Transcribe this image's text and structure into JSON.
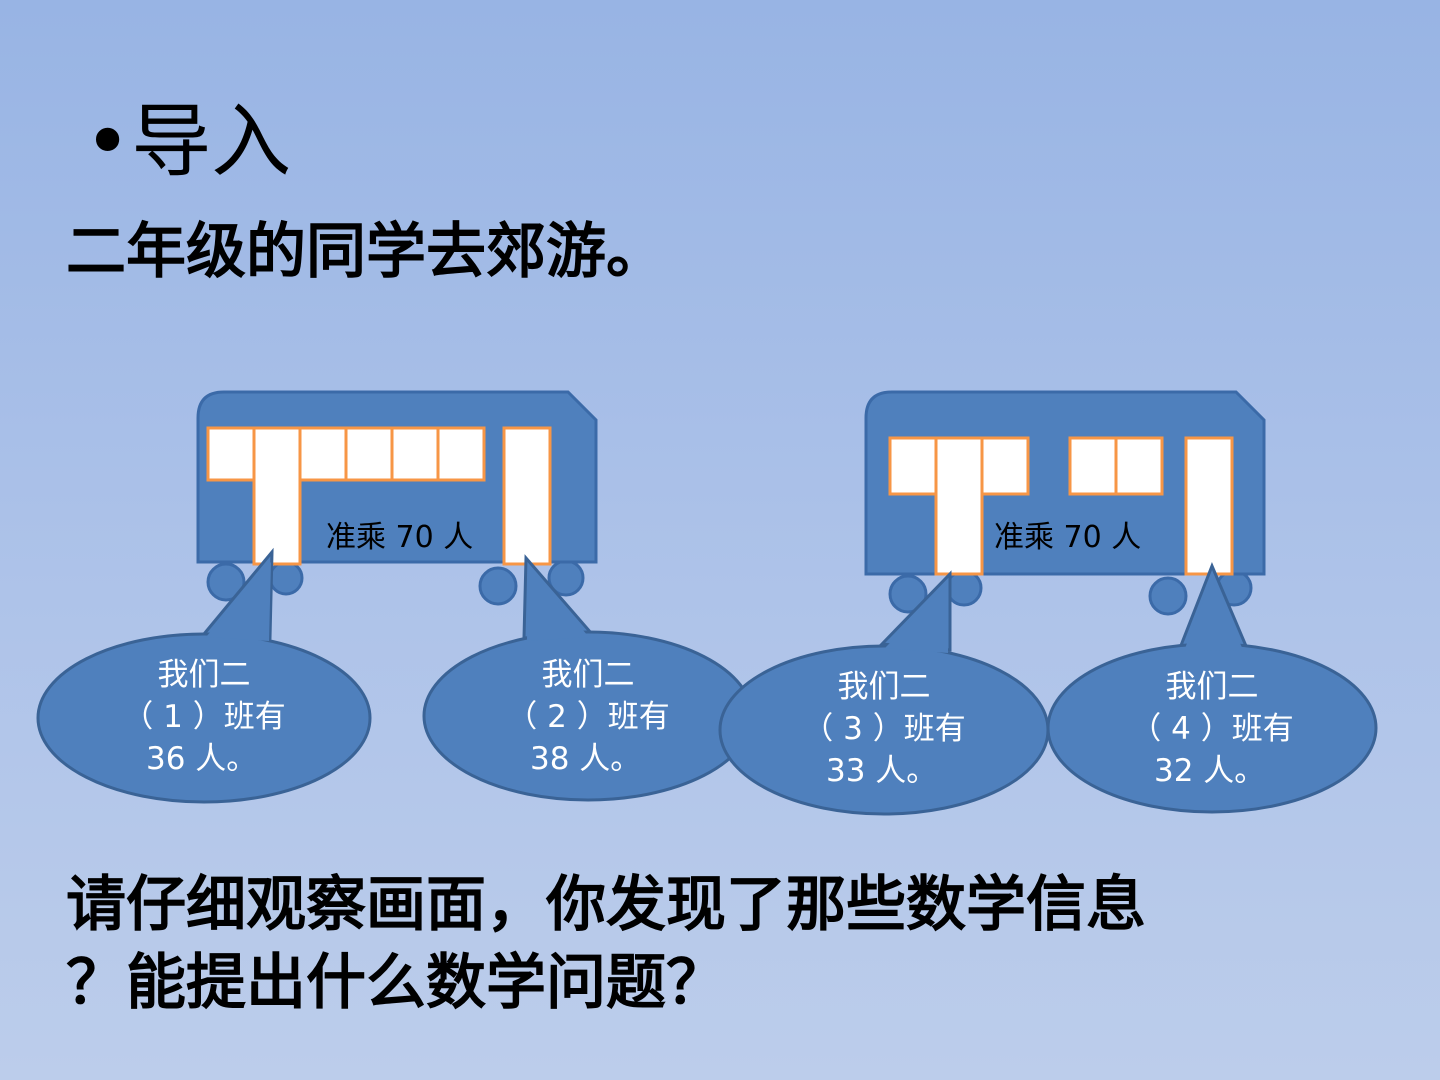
{
  "heading": {
    "bullet": "•",
    "text": "导入"
  },
  "subtitle": "二年级的同学去郊游。",
  "buses": [
    {
      "label": "准乘 70 人"
    },
    {
      "label": "准乘 70 人"
    }
  ],
  "bubbles": [
    {
      "line1": "我们二",
      "line2": "（ 1 ）班有",
      "line3": "36 人。"
    },
    {
      "line1": "我们二",
      "line2": "（ 2 ）班有",
      "line3": "38 人。"
    },
    {
      "line1": "我们二",
      "line2": "（ 3 ）班有",
      "line3": "33 人。"
    },
    {
      "line1": "我们二",
      "line2": "（ 4 ）班有",
      "line3": "32 人。"
    }
  ],
  "question": {
    "line1": "请仔细观察画面，你发现了那些数学信息",
    "line2": "？能提出什么数学问题？"
  },
  "colors": {
    "bus_fill": "#4f80bd",
    "bus_outline": "#3b6aa8",
    "window_border": "#f79646",
    "window_fill": "#ffffff",
    "bubble_fill": "#4f80bd",
    "bubble_outline": "#3a6396"
  }
}
